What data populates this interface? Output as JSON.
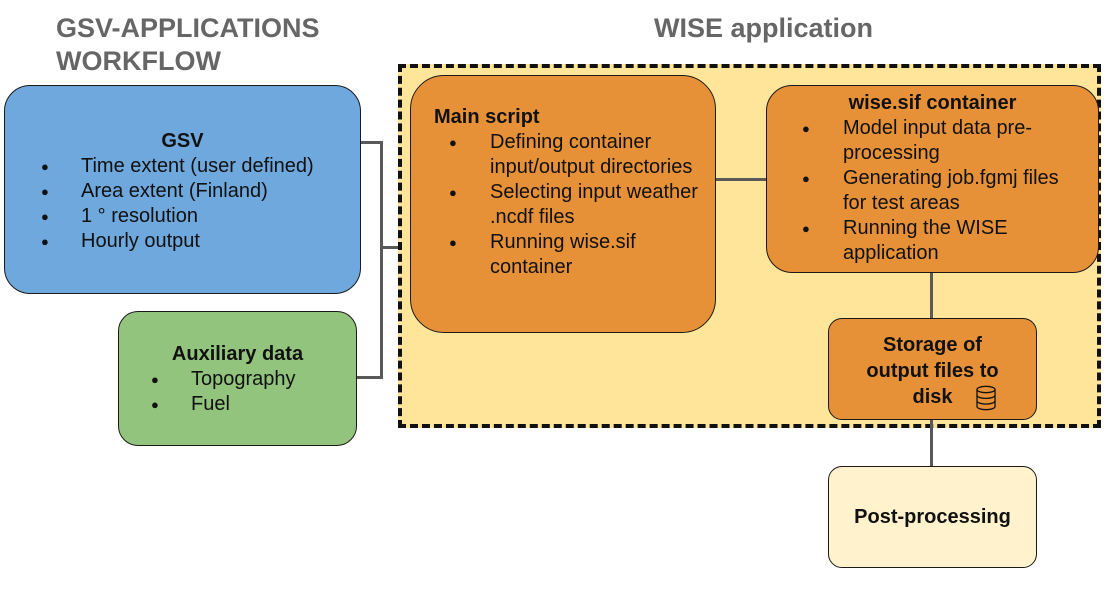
{
  "headings": {
    "left": [
      "GSV-APPLICATIONS",
      "WORKFLOW"
    ],
    "right": "WISE application"
  },
  "gsv": {
    "title": "GSV",
    "items": [
      "Time extent (user defined)",
      "Area extent (Finland)",
      "1 ° resolution",
      "Hourly output"
    ]
  },
  "auxiliary": {
    "title": "Auxiliary data",
    "items": [
      "Topography",
      "Fuel"
    ]
  },
  "main_script": {
    "title": "Main script",
    "items": [
      "Defining container input/output directories",
      "Selecting input weather .ncdf files",
      "Running wise.sif container"
    ]
  },
  "wise_sif": {
    "title": "wise.sif container",
    "items": [
      "Model input data pre-processing",
      "Generating job.fgmj files for test areas",
      "Running the WISE application"
    ]
  },
  "storage": {
    "title_lines": [
      "Storage of",
      "output files to",
      "disk"
    ],
    "icon": "database-icon"
  },
  "post_processing": {
    "title": "Post-processing"
  },
  "colors": {
    "heading_text": "#666666",
    "gsv_fill": "#6fa8dc",
    "auxiliary_fill": "#93c47d",
    "wise_region_fill": "#ffe599",
    "process_fill": "#e69138",
    "post_processing_fill": "#fff2cc",
    "connector": "#595959"
  }
}
